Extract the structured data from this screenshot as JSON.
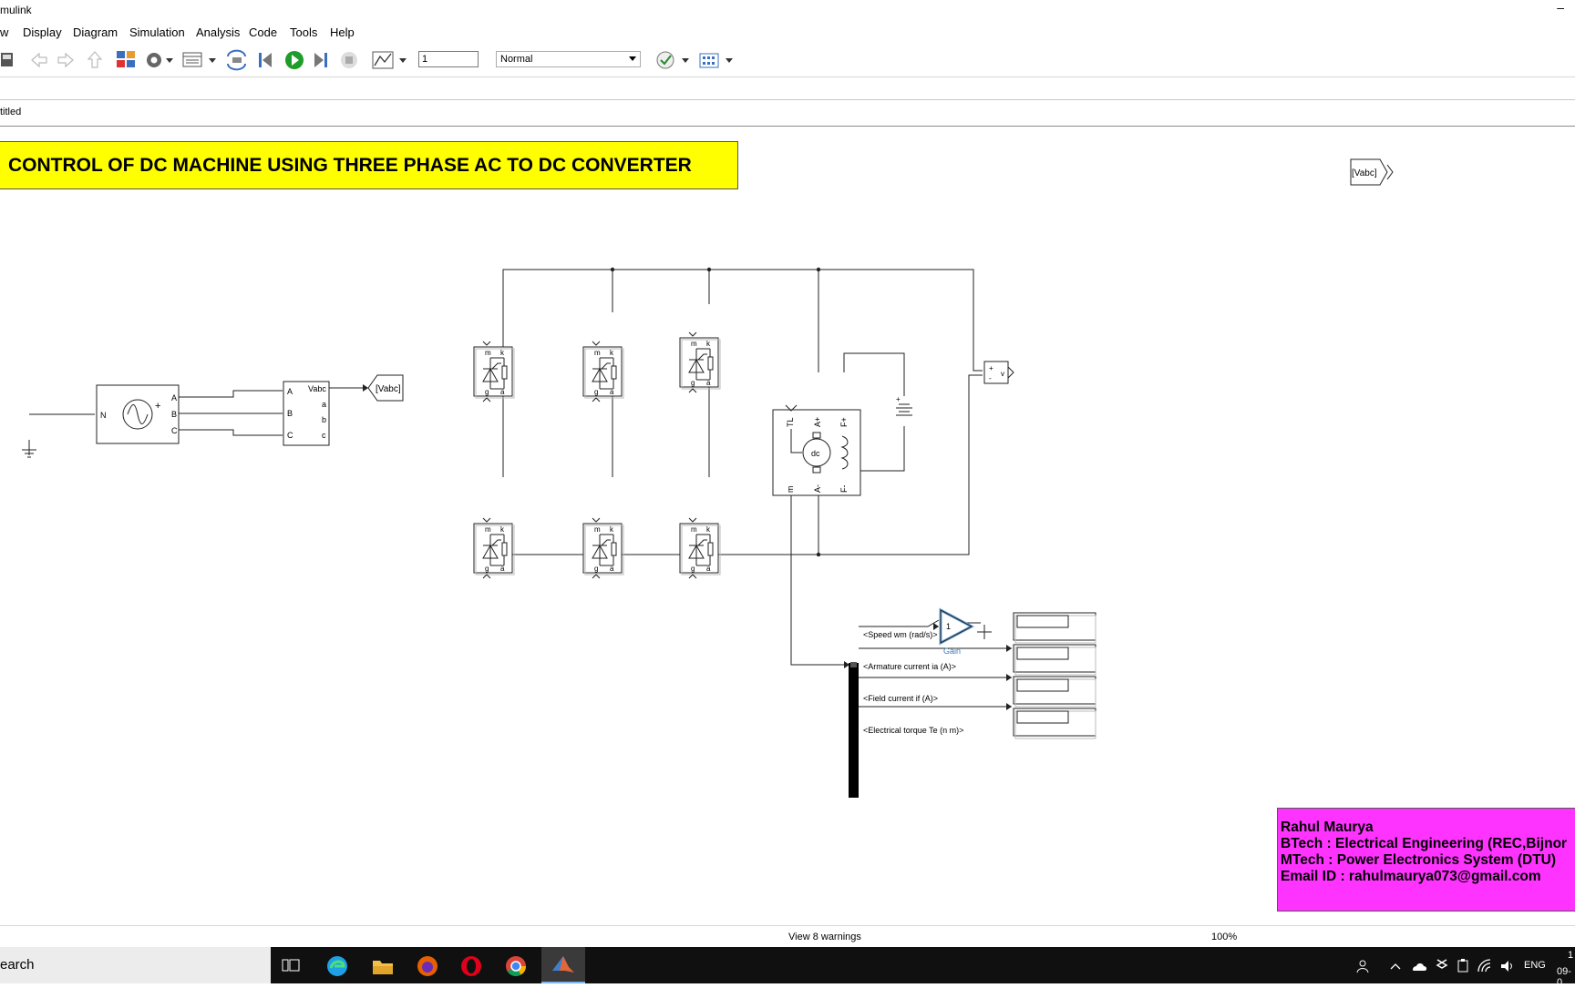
{
  "window": {
    "title": "mulink",
    "minimize": "–"
  },
  "menu": {
    "items": [
      "w",
      "Display",
      "Diagram",
      "Simulation",
      "Analysis",
      "Code",
      "Tools",
      "Help"
    ]
  },
  "toolbar": {
    "stop_time": "1",
    "sim_mode": "Normal"
  },
  "breadcrumb": {
    "path": "titled"
  },
  "model": {
    "banner": "CONTROL OF DC MACHINE USING THREE PHASE AC TO DC CONVERTER",
    "goto_tag": "[Vabc]",
    "from_tag": "[Vabc]",
    "source_ports": {
      "n": "N",
      "a": "A",
      "b": "B",
      "c": "C",
      "plus": "+"
    },
    "meas_ports": {
      "vabc": "Vabc",
      "a_in": "A",
      "b_in": "B",
      "c_in": "C",
      "a_out": "a",
      "b_out": "b",
      "c_out": "c"
    },
    "thyristor_ports": {
      "m": "m",
      "k": "k",
      "a": "a",
      "g": "g"
    },
    "machine_ports": {
      "tl": "TL",
      "a_plus": "A+",
      "f_plus": "F+",
      "m": "m",
      "a_minus": "A-",
      "f_minus": "F-",
      "dc": "dc"
    },
    "battery_plus": "+",
    "voltmeter": {
      "plus": "+",
      "minus": "-",
      "v": "v"
    },
    "gain": {
      "value": "1",
      "label": "Gain"
    },
    "signals": [
      "<Speed wm (rad/s)>",
      "<Armature current ia (A)>",
      "<Field current if (A)>",
      "<Electrical torque Te (n m)>"
    ]
  },
  "author": {
    "name": "Rahul Maurya",
    "btech": "BTech : Electrical Engineering (REC,Bijnor",
    "mtech": "MTech : Power Electronics System (DTU)",
    "email": "Email ID : rahulmaurya073@gmail.com"
  },
  "status": {
    "warnings": "View 8 warnings",
    "zoom": "100%"
  },
  "taskbar": {
    "search": "earch",
    "lang": "ENG",
    "clock_top": "1",
    "clock_bottom": "09-0"
  }
}
